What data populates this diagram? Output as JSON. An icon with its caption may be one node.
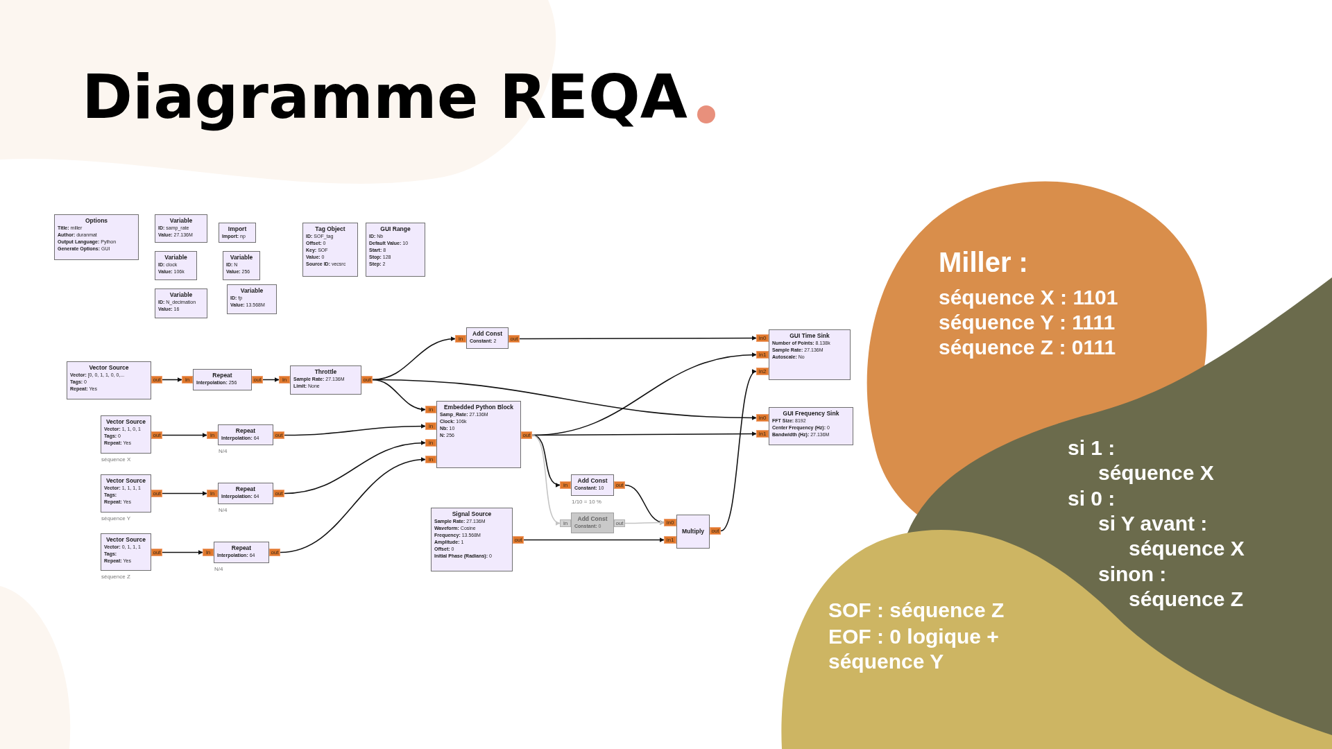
{
  "diagram": {
    "title": "Diagramme REQA",
    "nodes": [
      {
        "text": [
          "Options",
          "**Title:** miller",
          "**Author:** duranmat",
          "**Output Language:** Python",
          "**Generate Options:** GUI"
        ]
      },
      {
        "text": [
          "Variable",
          "**ID:** samp_rate",
          "**Value:** 27.136M"
        ]
      },
      {
        "text": [
          "Import",
          "**Import:** np"
        ]
      },
      {
        "text": [
          "Variable",
          "**ID:** clock",
          "**Value:** 106k"
        ]
      },
      {
        "text": [
          "Variable",
          "**ID:** N",
          "**Value:** 256"
        ]
      },
      {
        "text": [
          "Variable",
          "**ID:** N_decimation",
          "**Value:** 16"
        ]
      },
      {
        "text": [
          "Variable",
          "**ID:** fp",
          "**Value:** 13.568M"
        ]
      },
      {
        "text": [
          "Tag Object",
          "**ID:** SOF_tag",
          "**Offset:** 0",
          "**Key:** SOF",
          "**Value:** 0",
          "**Source ID:** vecsrc"
        ]
      },
      {
        "text": [
          "GUI Range",
          "**ID:** Nb",
          "**Default Value:** 10",
          "**Start:** 8",
          "**Stop:** 128",
          "**Step:** 2"
        ]
      },
      {
        "text": [
          "Vector Source",
          "**Vector:** [0, 0, 1, 1, 0, 0,...",
          "**Tags:** 0",
          "**Repeat:** Yes"
        ]
      },
      {
        "text": [
          "out"
        ]
      },
      {
        "text": [
          "in"
        ]
      },
      {
        "text": [
          "Repeat",
          "**Interpolation:** 256"
        ]
      },
      {
        "text": [
          "out"
        ]
      },
      {
        "text": [
          "in"
        ]
      },
      {
        "text": [
          "Throttle",
          "**Sample Rate:** 27.136M",
          "**Limit:** None"
        ]
      },
      {
        "text": [
          "out"
        ]
      },
      {
        "text": [
          "in"
        ]
      },
      {
        "text": [
          "Add Const",
          "**Constant:** 2"
        ]
      },
      {
        "text": [
          "out"
        ]
      },
      {
        "text": [
          "Vector Source",
          "**Vector:** 1, 1, 0, 1",
          "**Tags:** 0",
          "**Repeat:** Yes"
        ],
        "beside": [
          "séquence X"
        ]
      },
      {
        "text": [
          "out"
        ]
      },
      {
        "text": [
          "in"
        ]
      },
      {
        "text": [
          "Repeat",
          "**Interpolation:** 64"
        ],
        "beside": [
          "N/4"
        ]
      },
      {
        "text": [
          "out"
        ]
      },
      {
        "text": [
          "Vector Source",
          "**Vector:** 1, 1, 1, 1",
          "**Tags:**",
          "**Repeat:** Yes"
        ],
        "beside": [
          "séquence Y"
        ]
      },
      {
        "text": [
          "out"
        ]
      },
      {
        "text": [
          "in"
        ]
      },
      {
        "text": [
          "Repeat",
          "**Interpolation:** 64"
        ],
        "beside": [
          "N/4"
        ]
      },
      {
        "text": [
          "out"
        ]
      },
      {
        "text": [
          "Vector Source",
          "**Vector:** 0, 1, 1, 1",
          "**Tags:**",
          "**Repeat:** Yes"
        ],
        "beside": [
          "séquence Z"
        ]
      },
      {
        "text": [
          "out"
        ]
      },
      {
        "text": [
          "in"
        ]
      },
      {
        "text": [
          "Repeat",
          "**Interpolation:** 64"
        ],
        "beside": [
          "N/4"
        ]
      },
      {
        "text": [
          "out"
        ]
      },
      {
        "text": [
          "in"
        ]
      },
      {
        "text": [
          "in"
        ]
      },
      {
        "text": [
          "in"
        ]
      },
      {
        "text": [
          "in"
        ]
      },
      {
        "text": [
          "Embedded Python Block",
          "**Samp_Rate:** 27.136M",
          "**Clock:** 106k",
          "**Nb:** 10",
          "**N:** 256"
        ]
      },
      {
        "text": [
          "out"
        ]
      },
      {
        "text": [
          "in"
        ]
      },
      {
        "text": [
          "Add Const",
          "**Constant:** 10"
        ],
        "beside": [
          "1/10 = 10 %"
        ]
      },
      {
        "text": [
          "out"
        ]
      },
      {
        "text": [
          "in"
        ]
      },
      {
        "text": [
          "Add Const",
          "**Constant:** 0"
        ]
      },
      {
        "text": [
          "out"
        ]
      },
      {
        "text": [
          "Signal Source",
          "**Sample Rate:** 27.136M",
          "**Waveform:** Cosine",
          "**Frequency:** 13.568M",
          "**Amplitude:** 1",
          "**Offset:** 0",
          "**Initial Phase (Radians):** 0"
        ]
      },
      {
        "text": [
          "out"
        ]
      },
      {
        "text": [
          "in0"
        ]
      },
      {
        "text": [
          "in1"
        ]
      },
      {
        "text": [
          "Multiply"
        ]
      },
      {
        "text": [
          "out"
        ]
      },
      {
        "text": [
          "in0"
        ]
      },
      {
        "text": [
          "in1"
        ]
      },
      {
        "text": [
          "in2"
        ]
      },
      {
        "text": [
          "GUI Time Sink",
          "**Number of Points:** 8.138k",
          "**Sample Rate:** 27.136M",
          "**Autoscale:** No"
        ]
      },
      {
        "text": [
          "in0"
        ]
      },
      {
        "text": [
          "in1"
        ]
      },
      {
        "text": [
          "GUI Frequency Sink",
          "**FFT Size:** 8192",
          "**Center Frequency (Hz):** 0",
          "**Bandwidth (Hz):** 27.136M"
        ]
      },
      {
        "text": [
          "Miller :",
          "séquence X : 1101",
          "séquence Y : 1111",
          "séquence Z : 0111"
        ]
      },
      {
        "text": [
          "si 1 :",
          "séquence X",
          "si 0 :",
          "si Y avant :",
          "séquence X",
          "sinon :",
          "séquence Z"
        ]
      },
      {
        "text": [
          "SOF : séquence Z",
          "EOF : 0 logique + séquence Y"
        ]
      }
    ],
    "edges": [
      {
        "from": 10,
        "to": 11,
        "arrow": "to"
      },
      {
        "from": 13,
        "to": 14,
        "arrow": "to"
      },
      {
        "from": 16,
        "to": 17,
        "arrow": "to"
      },
      {
        "from": 16,
        "to": 35,
        "arrow": "to"
      },
      {
        "from": 16,
        "to": 57,
        "arrow": "to"
      },
      {
        "from": 21,
        "to": 22,
        "arrow": "to"
      },
      {
        "from": 24,
        "to": 36,
        "arrow": "to"
      },
      {
        "from": 26,
        "to": 27,
        "arrow": "to"
      },
      {
        "from": 29,
        "to": 37,
        "arrow": "to"
      },
      {
        "from": 31,
        "to": 32,
        "arrow": "to"
      },
      {
        "from": 34,
        "to": 38,
        "arrow": "to"
      },
      {
        "from": 19,
        "to": 53,
        "arrow": "to"
      },
      {
        "from": 40,
        "to": 54,
        "arrow": "to"
      },
      {
        "from": 40,
        "to": 58,
        "arrow": "to"
      },
      {
        "from": 40,
        "to": 41,
        "arrow": "to"
      },
      {
        "from": 40,
        "to": 44,
        "arrow": "to",
        "color": "#c4c4c4"
      },
      {
        "from": 43,
        "to": 49,
        "arrow": "to"
      },
      {
        "from": 46,
        "to": 49,
        "arrow": "to",
        "color": "#c4c4c4"
      },
      {
        "from": 48,
        "to": 50,
        "arrow": "to"
      },
      {
        "from": 52,
        "to": 55,
        "arrow": "to"
      }
    ]
  }
}
